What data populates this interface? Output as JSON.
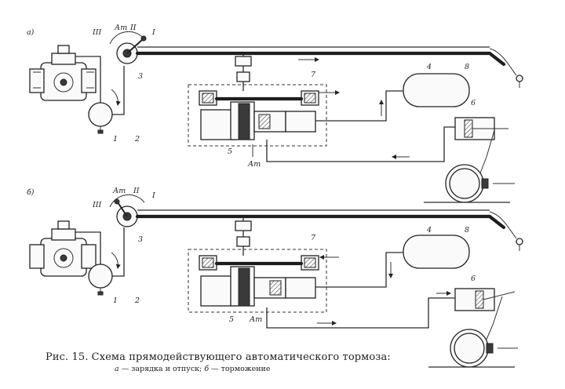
{
  "caption": {
    "title": "Рис. 15. Схема прямодействующего автоматического тормоза:",
    "legend_a_key": "а",
    "legend_a_text": " — зарядка и отпуск; ",
    "legend_b_key": "б",
    "legend_b_text": " — торможение"
  },
  "panels": [
    {
      "panel_label": "а)",
      "positions": [
        "III",
        "Ат",
        "II",
        "I"
      ],
      "numbers": [
        "1",
        "2",
        "3",
        "4",
        "5",
        "6",
        "7",
        "8"
      ],
      "at_label": "Ат"
    },
    {
      "panel_label": "б)",
      "positions": [
        "III",
        "Ат",
        "II",
        "I"
      ],
      "numbers": [
        "1",
        "2",
        "3",
        "4",
        "5",
        "6",
        "7",
        "8"
      ],
      "at_label": "Ат"
    }
  ]
}
